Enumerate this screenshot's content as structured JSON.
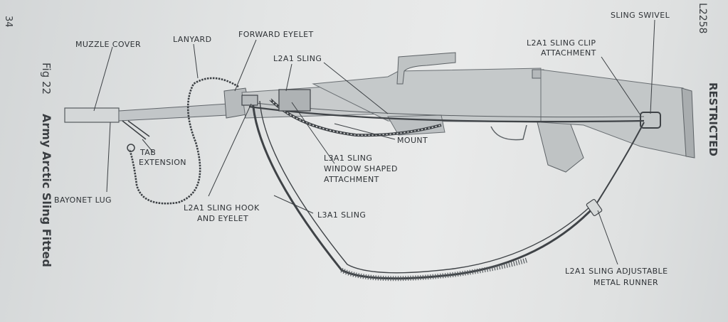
{
  "page_number": "34",
  "figure": {
    "number": "Fig 22",
    "title": "Army Arctic Sling Fitted"
  },
  "ref_number": "L2258",
  "classification": "RESTRICTED",
  "labels": {
    "muzzle_cover": "MUZZLE COVER",
    "lanyard": "LANYARD",
    "forward_eyelet": "FORWARD EYELET",
    "l2a1_sling": "L2A1 SLING",
    "sling_swivel": "SLING SWIVEL",
    "sling_clip_line1": "L2A1 SLING CLIP",
    "sling_clip_line2": "ATTACHMENT",
    "mount": "MOUNT",
    "tab_line1": "TAB",
    "tab_line2": "EXTENSION",
    "window_line1": "L3A1 SLING",
    "window_line2": "WINDOW SHAPED",
    "window_line3": "ATTACHMENT",
    "bayonet_lug": "BAYONET LUG",
    "hook_line1": "L2A1 SLING HOOK",
    "hook_line2": "AND EYELET",
    "l3a1_sling": "L3A1 SLING",
    "runner_line1": "L2A1 SLING ADJUSTABLE",
    "runner_line2": "METAL RUNNER"
  },
  "colors": {
    "rifle_fill": "#c9cccd",
    "rifle_dark": "#a9adaf",
    "line": "#3c4044",
    "text": "#2e3236"
  }
}
